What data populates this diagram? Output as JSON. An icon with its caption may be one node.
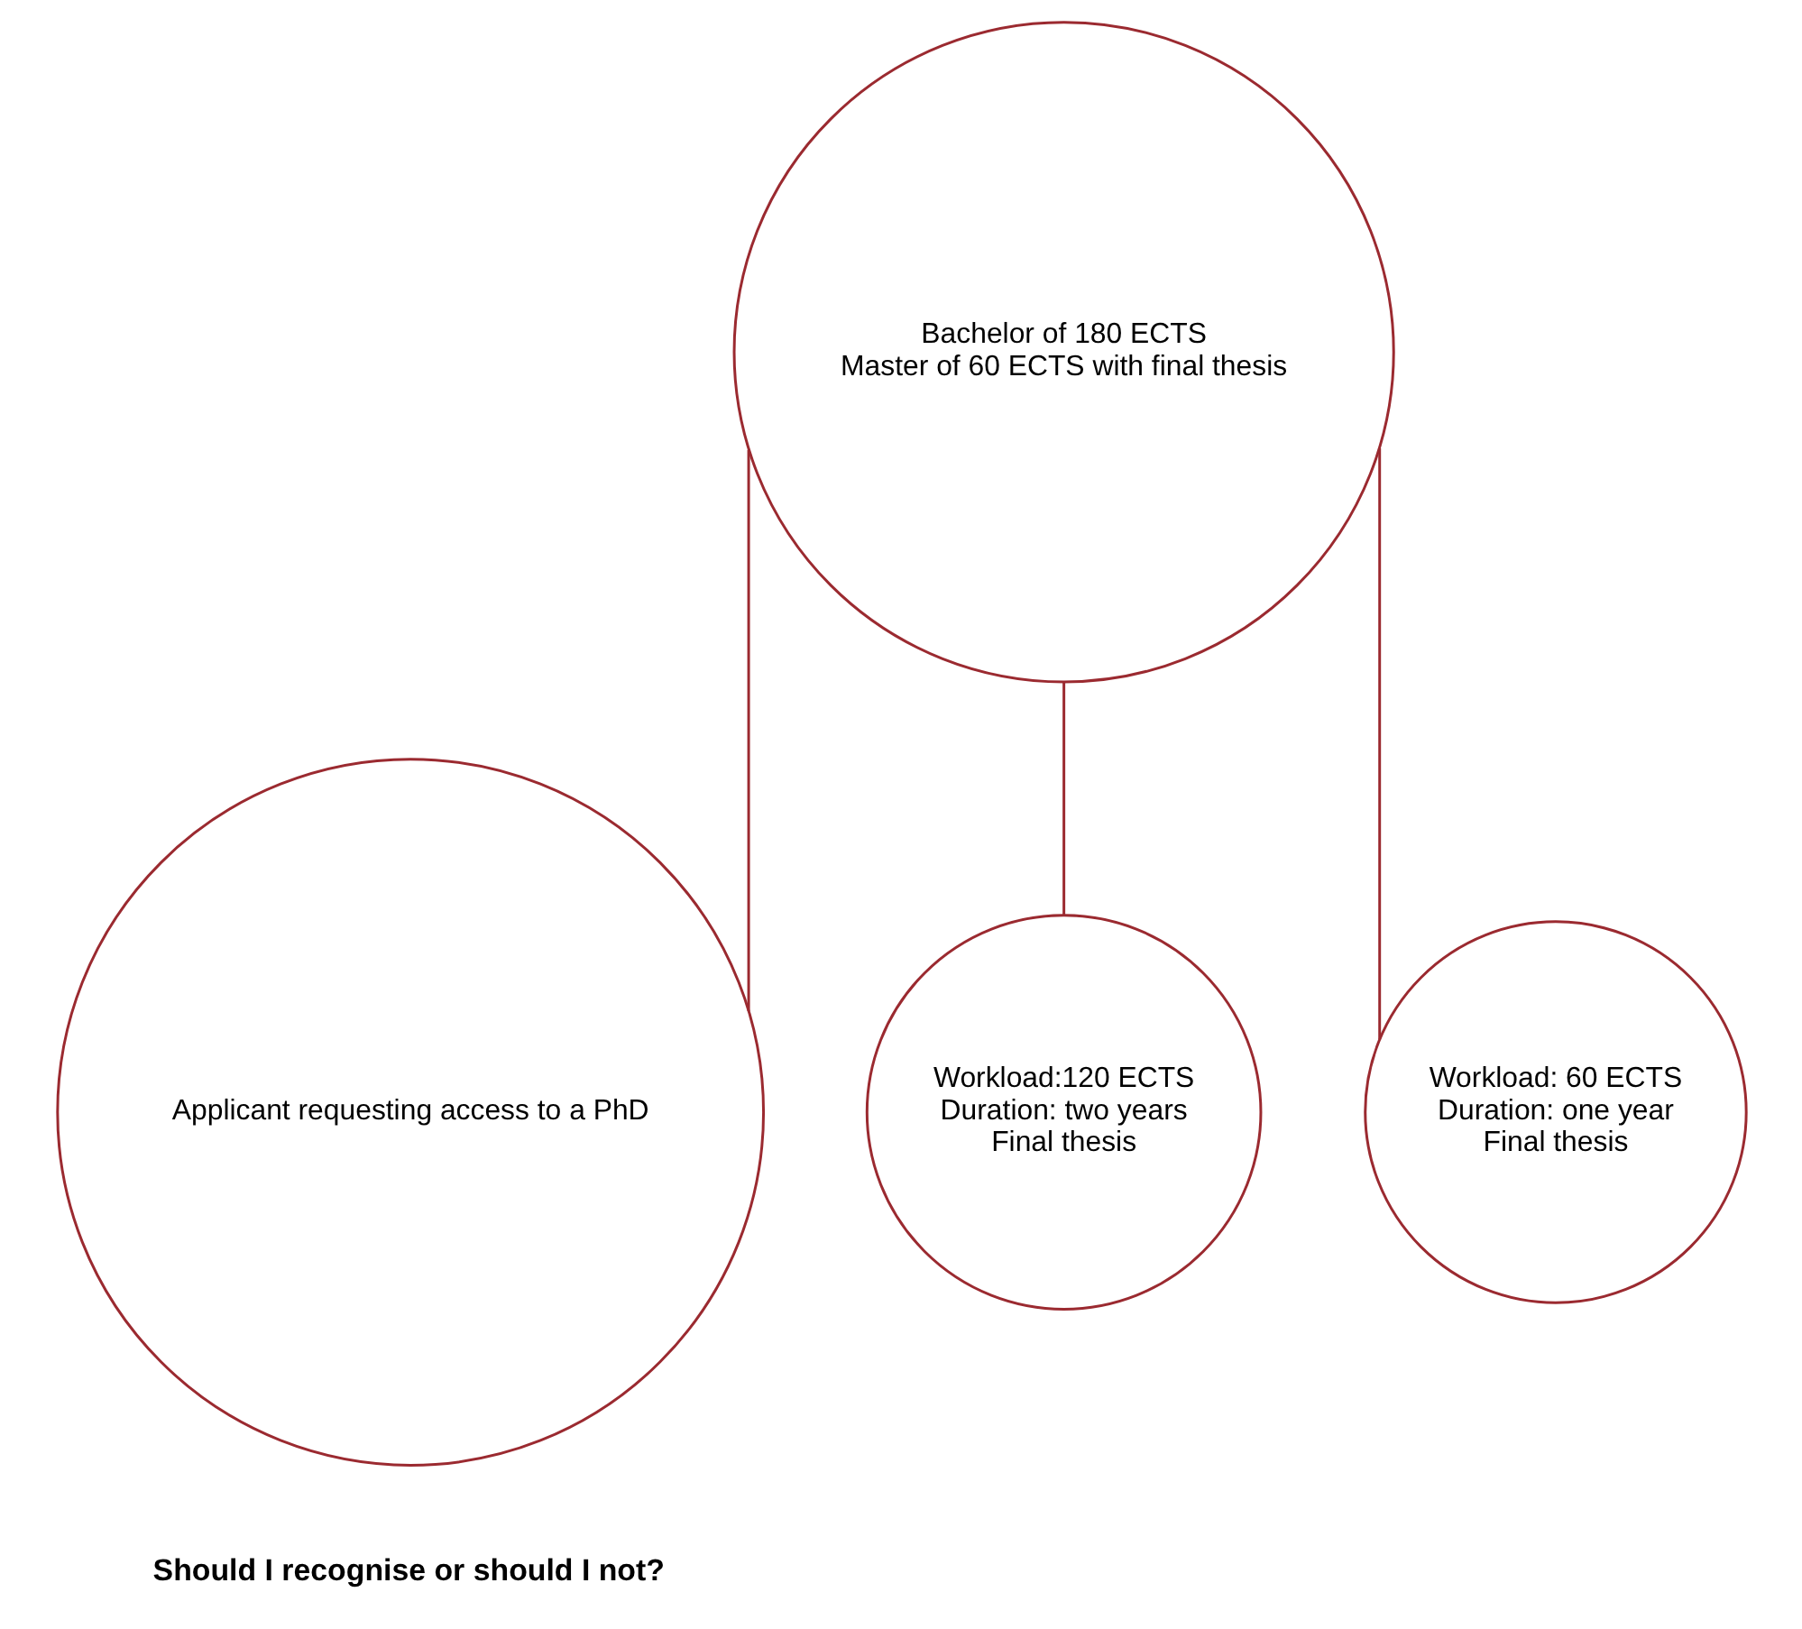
{
  "diagram": {
    "nodes": [
      {
        "text": [
          "Bachelor of 180 ECTS",
          "Master of 60 ECTS with final thesis"
        ]
      },
      {
        "text": [
          "Applicant requesting access to a PhD"
        ]
      },
      {
        "text": [
          "Workload:120 ECTS",
          "Duration: two years",
          "Final thesis"
        ]
      },
      {
        "text": [
          "Workload: 60 ECTS",
          "Duration: one year",
          "Final thesis"
        ]
      }
    ],
    "edges": [
      {
        "from": 0,
        "to": 1,
        "arrow": "none"
      },
      {
        "from": 0,
        "to": 2,
        "arrow": "none"
      },
      {
        "from": 0,
        "to": 3,
        "arrow": "none"
      }
    ],
    "labels": [
      "Should I recognise or should I not?"
    ]
  }
}
